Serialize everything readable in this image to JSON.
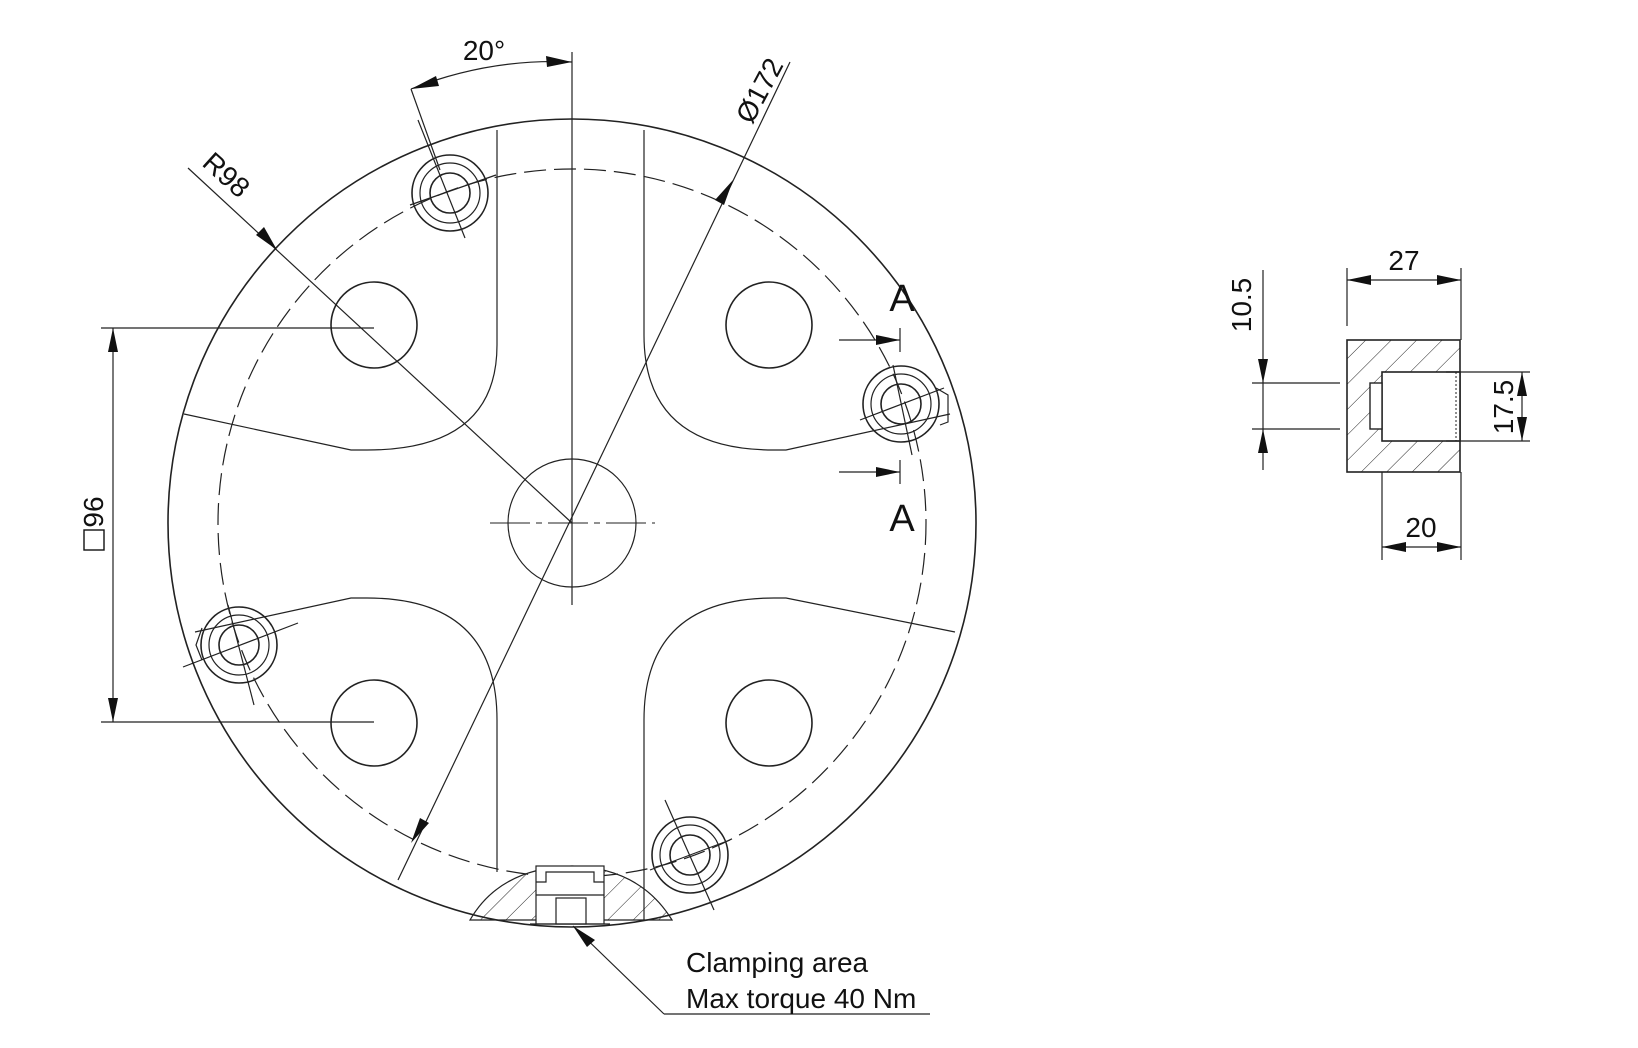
{
  "drawing": {
    "dimensions": {
      "angle": "20°",
      "diameter": "Ø172",
      "radius": "R98",
      "square": "96"
    },
    "section_marks": {
      "top": "A",
      "bottom": "A"
    },
    "section_dims": {
      "width_top": "27",
      "height_left": "10.5",
      "height_right": "17.5",
      "width_bottom": "20"
    },
    "notes": {
      "line1": "Clamping area",
      "line2": "Max torque 40 Nm"
    }
  }
}
